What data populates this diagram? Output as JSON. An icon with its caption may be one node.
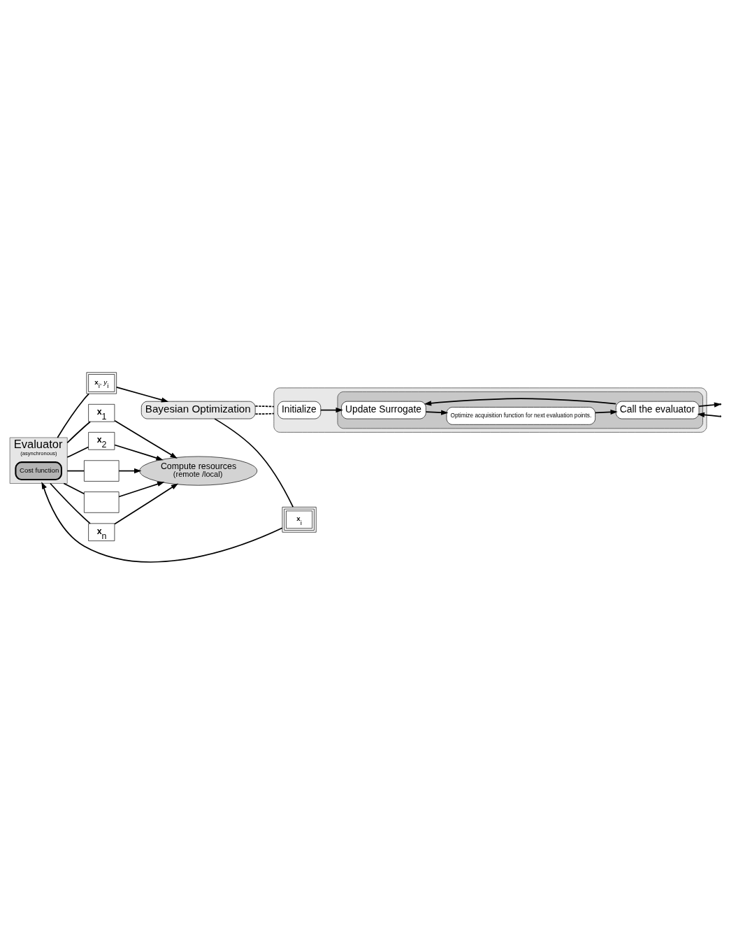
{
  "diagram": {
    "nodes": [
      {
        "text": [
          "Bayesian Optimization"
        ]
      },
      {
        "text": [
          "Evaluator",
          "(asynchronous)"
        ]
      },
      {
        "text": [
          "Cost function"
        ],
        "in": 1
      },
      {
        "text": [
          "Compute resources",
          "(remote /local)"
        ]
      },
      {
        "text": [
          "**x**$_{i}$"
        ]
      },
      {
        "text": [
          "**x**$_{i}$, *y*$_{i}$"
        ]
      },
      {
        "text": [
          "**x**$_{1}$"
        ]
      },
      {
        "text": [
          "**x**$_{2}$"
        ]
      },
      {
        "text": [],
        "shape": "box"
      },
      {
        "text": [],
        "shape": "box"
      },
      {
        "text": [
          "**x**$_{n}$"
        ]
      },
      {
        "text": [],
        "shape": "box"
      },
      {
        "text": [
          "Initialize"
        ],
        "in": 11
      },
      {
        "text": [],
        "shape": "box",
        "in": 11
      },
      {
        "text": [
          "Update Surrogate"
        ],
        "in": 13
      },
      {
        "text": [
          "Optimize acquisition function for next evaluation points."
        ],
        "in": 13
      },
      {
        "text": [
          "Call the evaluator"
        ],
        "in": 13
      }
    ],
    "edges": [
      {
        "from": 0,
        "to": 4,
        "arrow": "none"
      },
      {
        "from": 4,
        "to": 1,
        "arrow": "to"
      },
      {
        "from": 1,
        "to": 5,
        "arrow": "none"
      },
      {
        "from": 5,
        "to": 0,
        "arrow": "to"
      },
      {
        "from": 1,
        "to": 6,
        "arrow": "none"
      },
      {
        "from": 6,
        "to": 3,
        "arrow": "to"
      },
      {
        "from": 1,
        "to": 7,
        "arrow": "none"
      },
      {
        "from": 7,
        "to": 3,
        "arrow": "to"
      },
      {
        "from": 1,
        "to": 8,
        "arrow": "none"
      },
      {
        "from": 8,
        "to": 3,
        "arrow": "to"
      },
      {
        "from": 1,
        "to": 9,
        "arrow": "none"
      },
      {
        "from": 9,
        "to": 3,
        "arrow": "to"
      },
      {
        "from": 1,
        "to": 10,
        "arrow": "none"
      },
      {
        "from": 10,
        "to": 3,
        "arrow": "to"
      },
      {
        "from": 0,
        "to": 11,
        "arrow": "none",
        "style": "dashed"
      },
      {
        "from": 0,
        "to": 11,
        "arrow": "none",
        "style": "dashed"
      },
      {
        "from": 12,
        "to": 14,
        "arrow": "to"
      },
      {
        "from": 14,
        "to": 15,
        "arrow": "to"
      },
      {
        "from": 15,
        "to": 16,
        "arrow": "to"
      },
      {
        "from": 16,
        "to": 14,
        "arrow": "to"
      },
      {
        "from": 16,
        "to": null,
        "arrow": "to"
      },
      {
        "from": null,
        "to": 16,
        "arrow": "to"
      }
    ]
  }
}
